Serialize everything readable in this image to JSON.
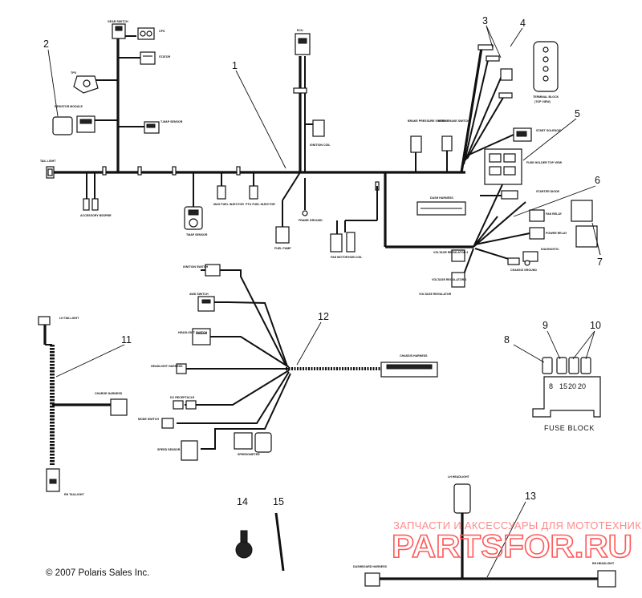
{
  "diagram": {
    "callouts": [
      "1",
      "2",
      "3",
      "4",
      "5",
      "6",
      "7",
      "8",
      "9",
      "10",
      "11",
      "12",
      "13",
      "14",
      "15"
    ],
    "labels": {
      "gear_switch": "GEAR SWITCH",
      "cps": "CPS",
      "stator": "STATOR",
      "tps": "TPS",
      "resistor_module": "RESISTOR MODULE",
      "tmap_sensor": "T-MAP SENSOR",
      "tail_light": "TAIL LIGHT",
      "accessory_bsspbr": "ACCESSORY BSSPBR",
      "tmap_sensor_b": "TMAP SENSOR",
      "mag_fuel_injector": "MAG FUEL INJECTOR",
      "pto_fuel_injector": "PTO FUEL INJECTOR",
      "ecu": "ECU",
      "ignition_coil": "IGNITION COIL",
      "brake_pressure_switch": "BRAKE PRESSURE SWITCH",
      "park_brake_switch": "PARK BRAKE SWITCH",
      "terminal_block": "TERMINAL BLOCK",
      "top_view": "(TOP VIEW)",
      "start_solenoid": "START SOLENOID",
      "fuse_holder": "FUSE HOLDER TOP VIEW",
      "starter_diode": "STARTER DIODE",
      "dash_harness": "DASH HARNESS",
      "frame_ground": "FRAME GROUND",
      "fuel_pump": "FUEL PUMP",
      "fan_motor": "FAN MOTOR",
      "hub_coil": "HUB COIL",
      "fan_relay": "FAN RELAY",
      "power_relay": "POWER RELAY",
      "diagnostic": "DIAGNOSTIC",
      "chassis_ground": "CHASSIS GROUND",
      "voltage_regulator_4": "VOLTAGE REGULATOR 4",
      "voltage_regulator_2": "VOLTAGE REGULATOR 2",
      "voltage_regulator": "VOLTAGE REGULATOR",
      "ignition_switch": "IGNITION SWITCH",
      "awd_switch": "AWD SWITCH",
      "headlight_switch": "HEADLIGHT SWITCH",
      "headlight_harness": "HEADLIGHT HARNESS",
      "dc_receptacle": "DC RECEPTACLE",
      "mode_switch": "MODE SWITCH",
      "speed_sensor": "SPEED SENSOR",
      "speedometer": "SPEEDOMETER",
      "chassis_harness": "CHASSIS HARNESS",
      "lh_taillight": "LH TAILLIGHT",
      "rh_taillight": "RH TAILLIGHT",
      "charge_harness": "CHARGE HARNESS",
      "lh_headlight": "LH HEADLIGHT",
      "rh_headlight": "RH HEADLIGHT",
      "dashboard_harness": "DASHBOARD HARNESS",
      "fuse_block": "FUSE BLOCK"
    },
    "fuse_values": [
      "8",
      "15",
      "20",
      "20"
    ],
    "copyright": "© 2007 Polaris Sales Inc.",
    "watermark": {
      "tagline": "ЗАПЧАСТИ И АКСЕССУАРЫ ДЛЯ МОТОТЕХНИКИ",
      "brand": "PARTSFOR.RU"
    },
    "colors": {
      "line": "#111111",
      "background": "#ffffff",
      "watermark": "#ff5c5c"
    }
  }
}
